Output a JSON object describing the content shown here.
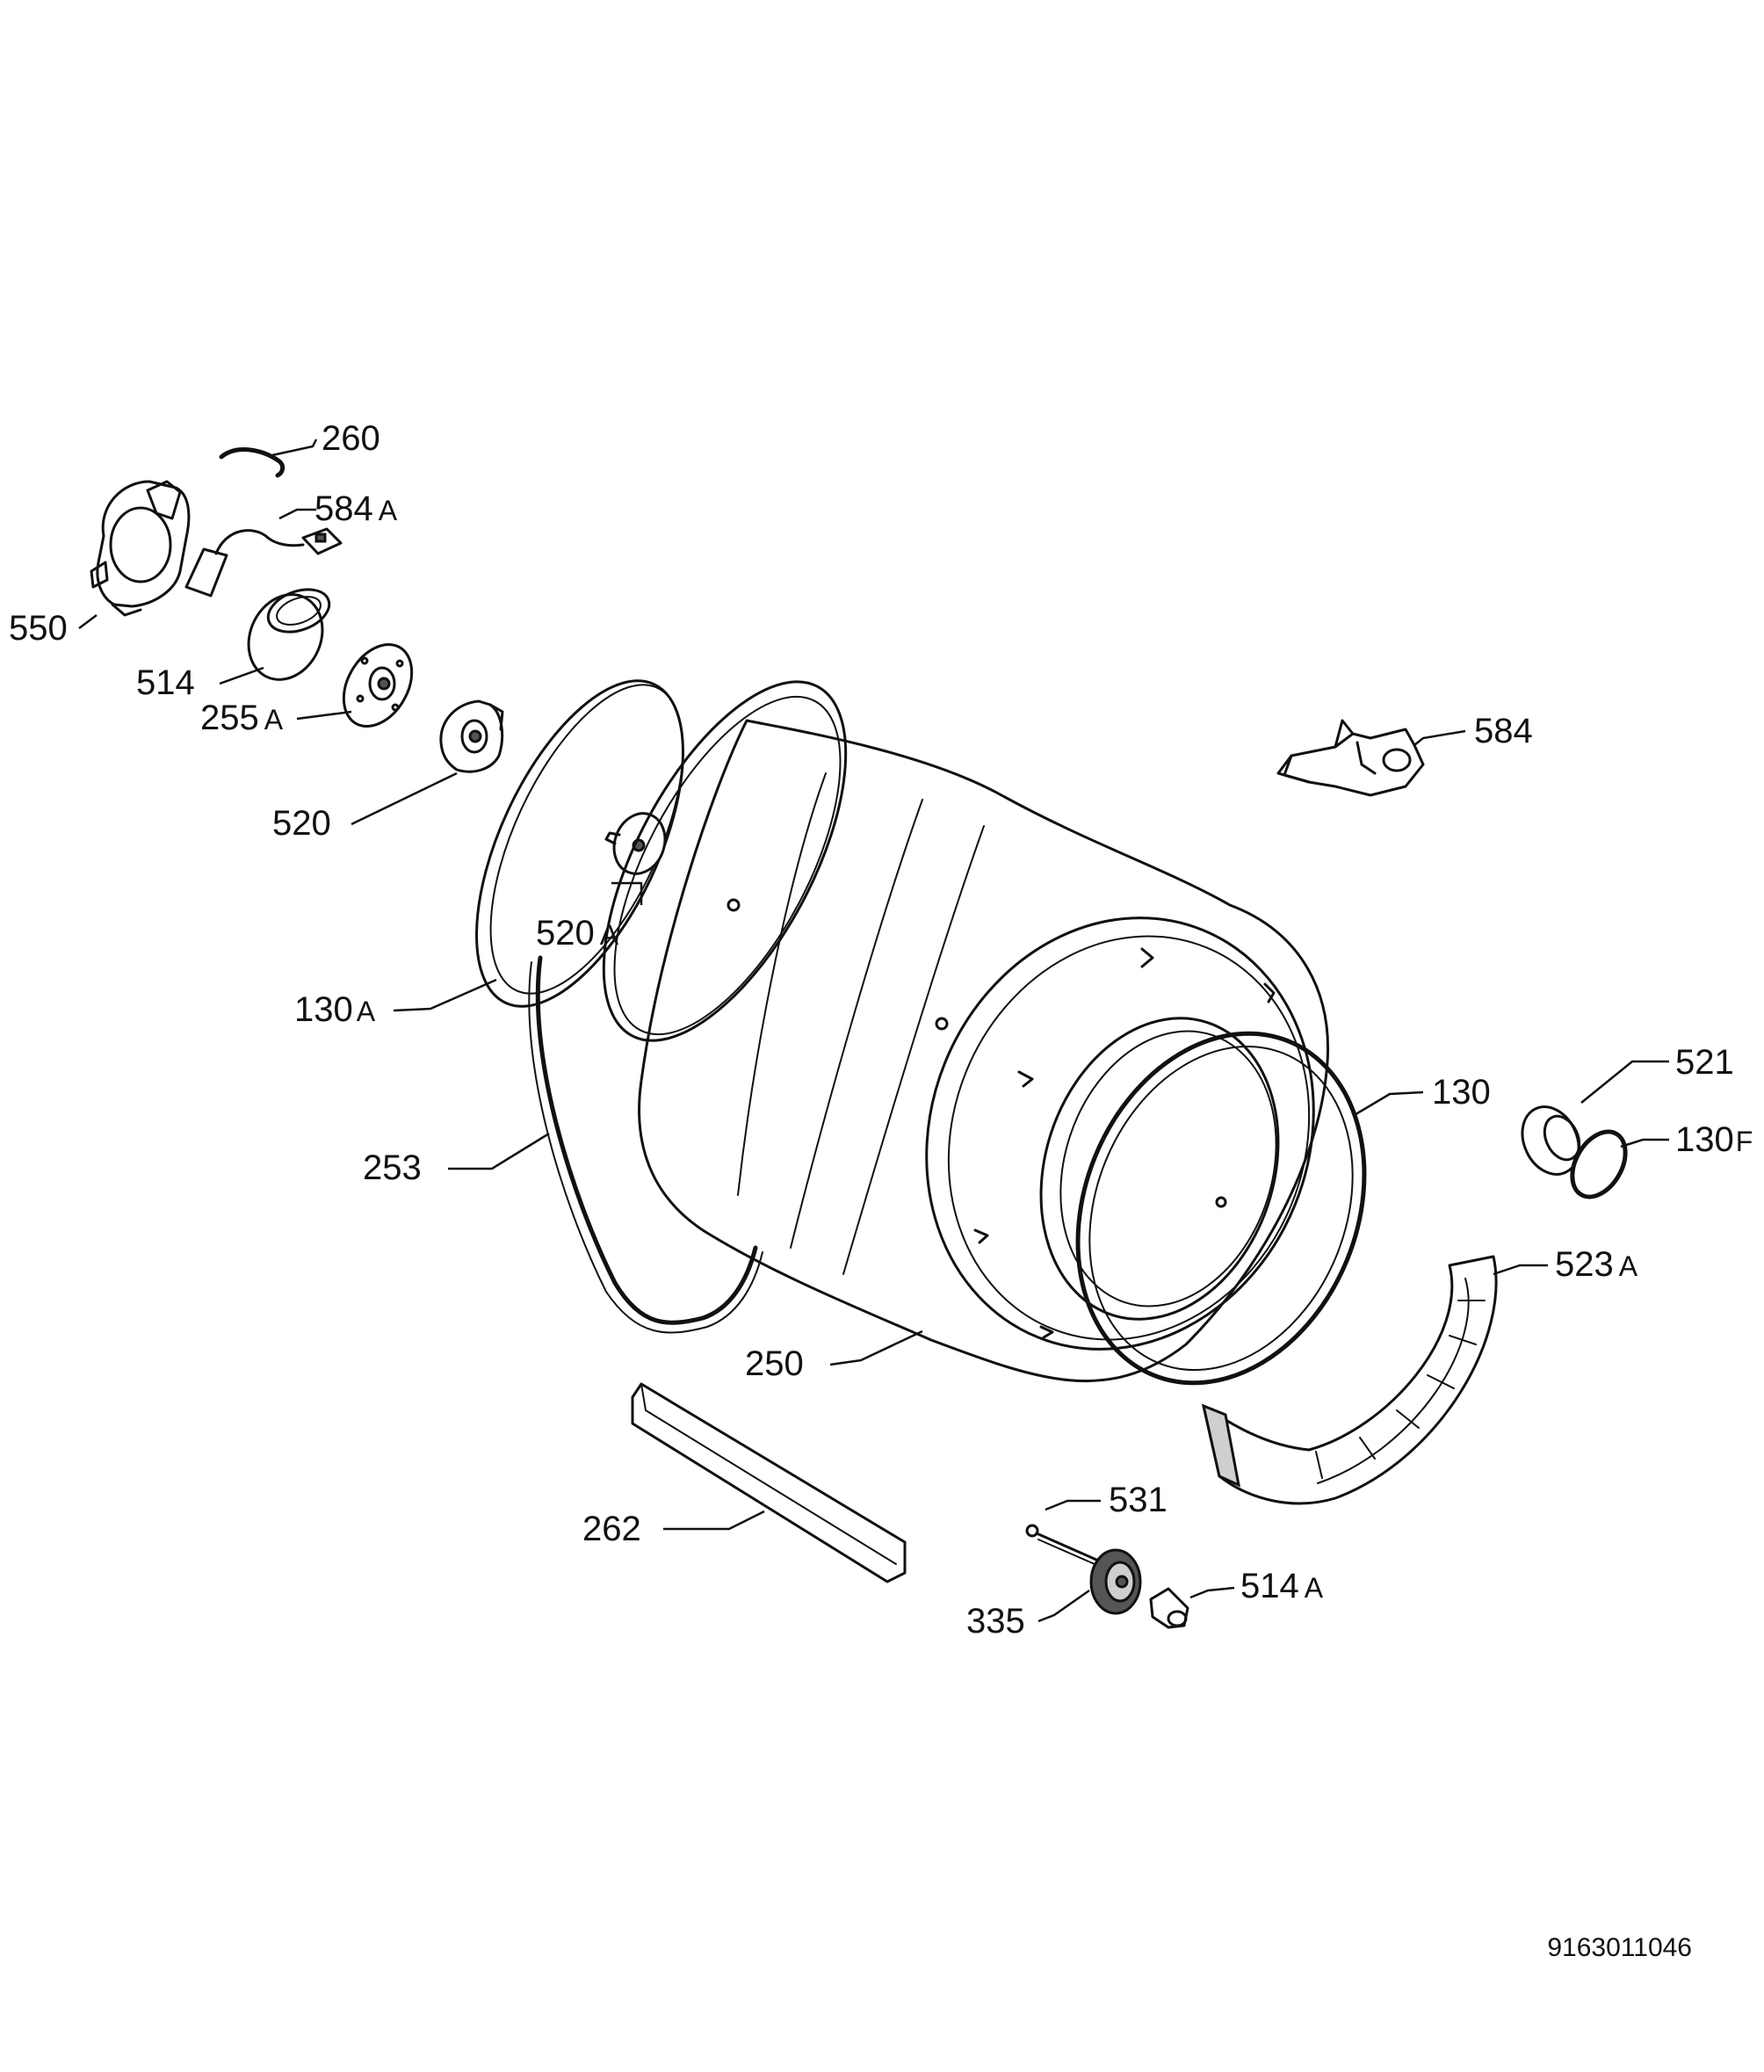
{
  "document_number": "9163011046",
  "callouts": {
    "c260": {
      "number": "260",
      "suffix": ""
    },
    "c584A": {
      "number": "584",
      "suffix": "A"
    },
    "c550": {
      "number": "550",
      "suffix": ""
    },
    "c514": {
      "number": "514",
      "suffix": ""
    },
    "c255A": {
      "number": "255",
      "suffix": "A"
    },
    "c520": {
      "number": "520",
      "suffix": ""
    },
    "c520A": {
      "number": "520",
      "suffix": "A"
    },
    "c130A": {
      "number": "130",
      "suffix": "A"
    },
    "c253": {
      "number": "253",
      "suffix": ""
    },
    "c250": {
      "number": "250",
      "suffix": ""
    },
    "c584": {
      "number": "584",
      "suffix": ""
    },
    "c130": {
      "number": "130",
      "suffix": ""
    },
    "c521": {
      "number": "521",
      "suffix": ""
    },
    "c130F": {
      "number": "130",
      "suffix": "F"
    },
    "c523A": {
      "number": "523",
      "suffix": "A"
    },
    "c262": {
      "number": "262",
      "suffix": ""
    },
    "c531": {
      "number": "531",
      "suffix": ""
    },
    "c335": {
      "number": "335",
      "suffix": ""
    },
    "c514A": {
      "number": "514",
      "suffix": "A"
    }
  }
}
